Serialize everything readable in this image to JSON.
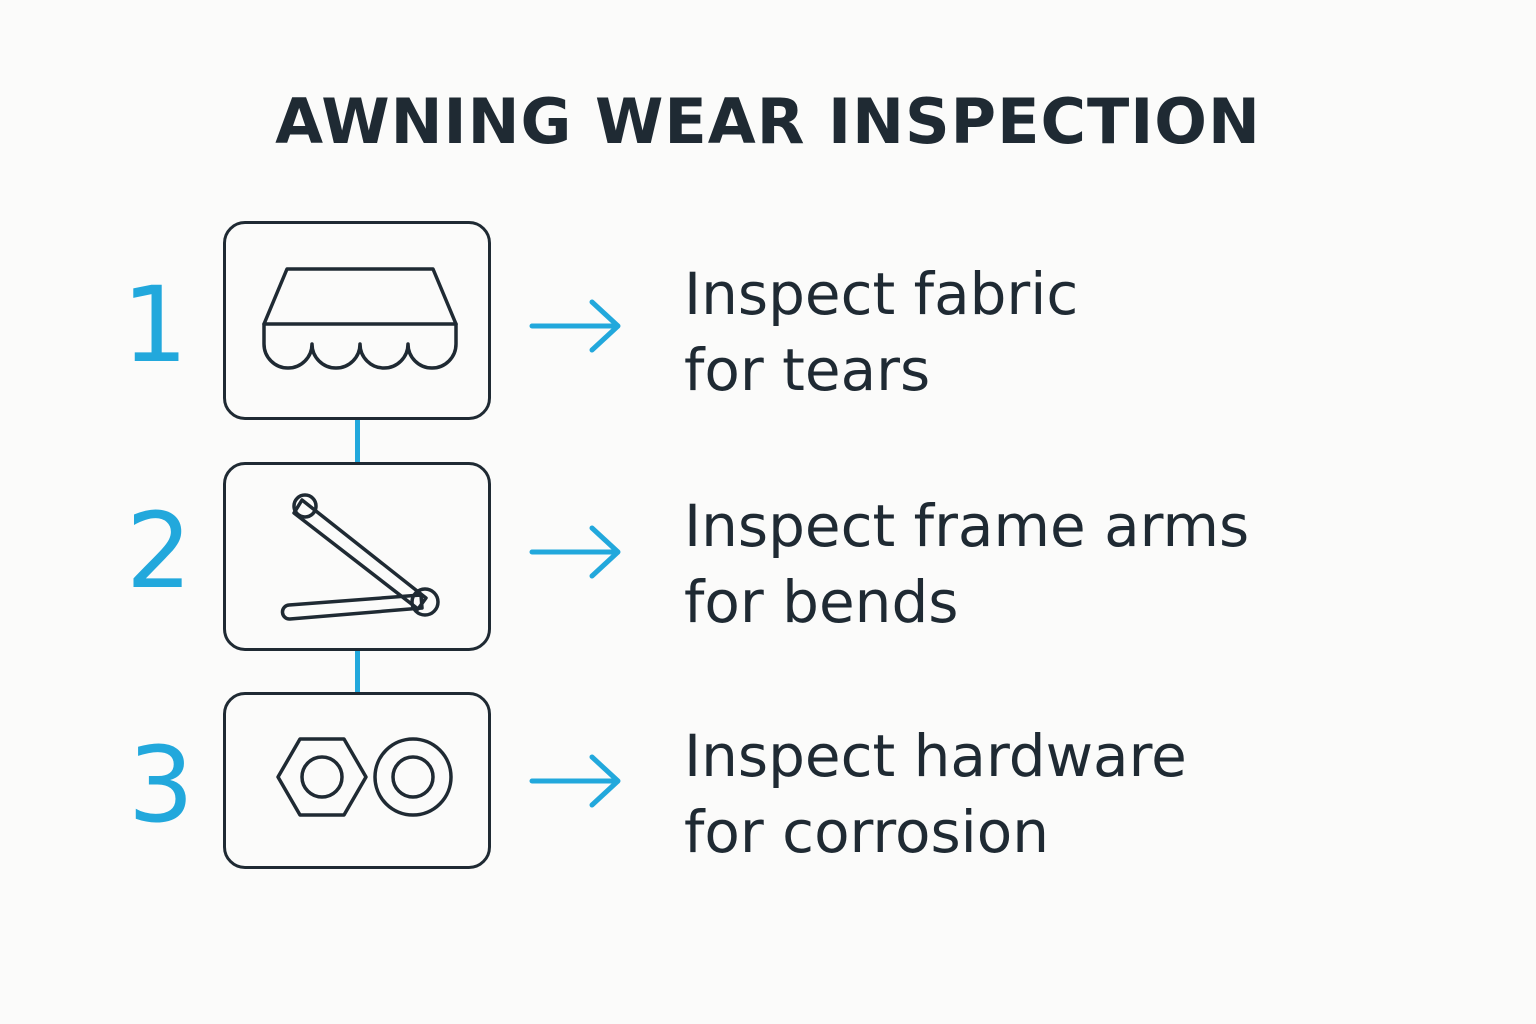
{
  "title": "AWNING WEAR INSPECTION",
  "accent_color": "#22a8dc",
  "text_color": "#1f2a33",
  "steps": [
    {
      "number": "1",
      "icon": "awning-icon",
      "line1": "Inspect fabric",
      "line2": "for tears"
    },
    {
      "number": "2",
      "icon": "frame-arm-icon",
      "line1": "Inspect frame arms",
      "line2": "for bends"
    },
    {
      "number": "3",
      "icon": "hardware-nut-washer-icon",
      "line1": "Inspect hardware",
      "line2": "for corrosion"
    }
  ]
}
